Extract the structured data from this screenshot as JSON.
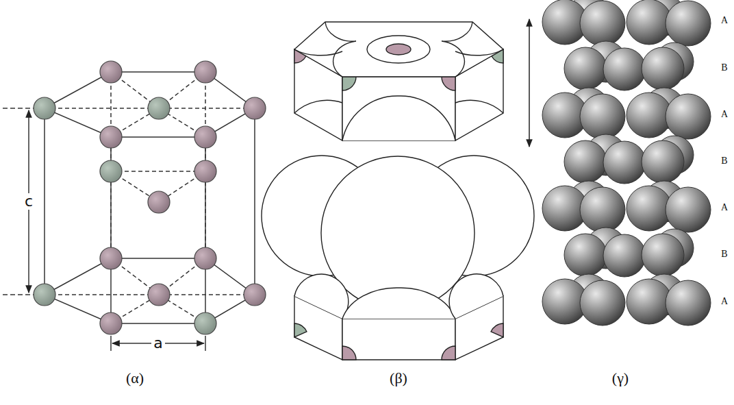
{
  "diagram": {
    "labels": [
      "c",
      "a",
      "A",
      "B",
      "A",
      "B",
      "A",
      "B",
      "A",
      "(α)",
      "(β)",
      "(γ)"
    ]
  }
}
